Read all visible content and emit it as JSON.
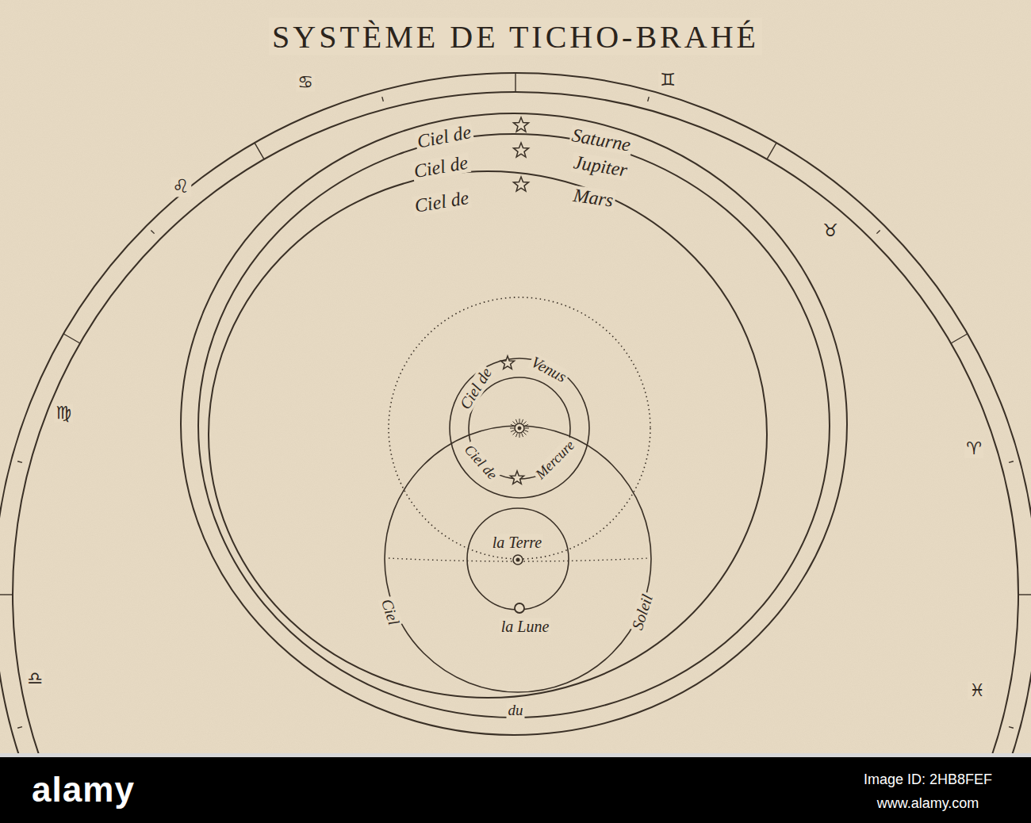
{
  "diagram": {
    "title": "SYSTÈME DE TICHO-BRAHÉ",
    "labels": [
      "Ciel de",
      "Saturne",
      "Ciel de",
      "Jupiter",
      "Ciel de",
      "Mars",
      "Ciel de",
      "Venus",
      "Ciel de",
      "Mercure",
      "la Terre",
      "la Lune",
      "Ciel",
      "du",
      "Soleil",
      "♋",
      "♊",
      "♌",
      "♉",
      "♍",
      "♈",
      "♎",
      "♓",
      "alamy",
      "Image ID: 2HB8FEF",
      "www.alamy.com"
    ]
  }
}
